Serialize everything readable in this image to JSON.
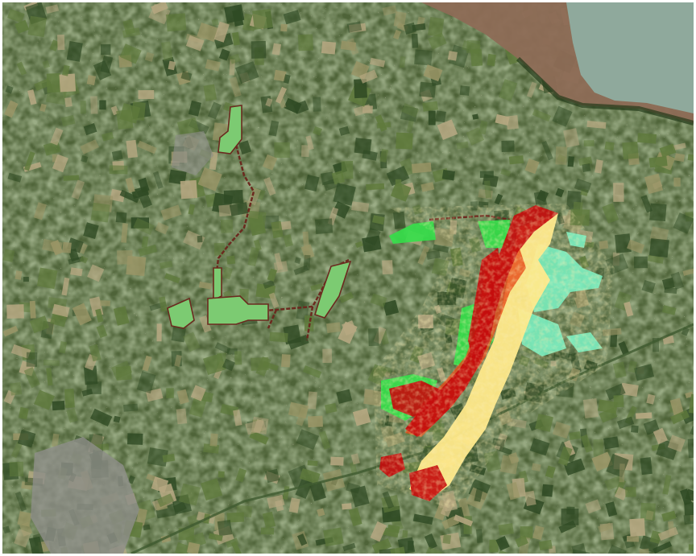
{
  "map": {
    "type": "satellite",
    "overlays": [
      {
        "id": "study-area-outline",
        "fill": "#7ccb72",
        "stroke": "#6b2a1f"
      },
      {
        "id": "heatmap",
        "colors": [
          "#c40d0d",
          "#e64a19",
          "#f2c46a",
          "#ffe98a",
          "#9cf58a",
          "#35e04a",
          "#7bf5c6"
        ]
      }
    ],
    "colors": {
      "field_dark": "#2f4a24",
      "field_mid": "#5f7a3c",
      "field_light": "#9a9566",
      "field_tan": "#b7a882",
      "water": "#8fa99c",
      "mudflat": "#8d6b56",
      "urban": "#8f8f8a",
      "route": "#6b2a1f"
    }
  }
}
